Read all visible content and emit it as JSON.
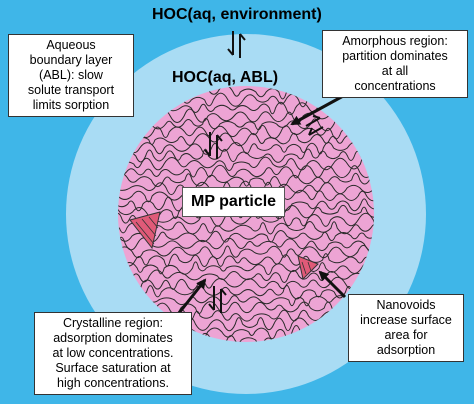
{
  "diagram": {
    "colors": {
      "background": "#3fb6e8",
      "abl_layer": "#a9dcf4",
      "particle": "#eda4d4",
      "polymer_chains": "#2a2a2a",
      "crystalline_hatch": "#e05a78"
    },
    "labels": {
      "environment": "HOC(aq, environment)",
      "abl": "HOC(aq, ABL)",
      "particle": "MP particle"
    },
    "boxes": {
      "abl_box": [
        "Aqueous",
        "boundary layer",
        "(ABL): slow",
        "solute transport",
        "limits sorption"
      ],
      "amorphous_box": [
        "Amorphous region:",
        "partition dominates",
        "at all",
        "concentrations"
      ],
      "crystalline_box": [
        "Crystalline region:",
        "adsorption dominates",
        "at low concentrations.",
        "Surface saturation at",
        "high concentrations."
      ],
      "nanovoids_box": [
        "Nanovoids",
        "increase surface",
        "area for",
        "adsorption"
      ]
    }
  }
}
